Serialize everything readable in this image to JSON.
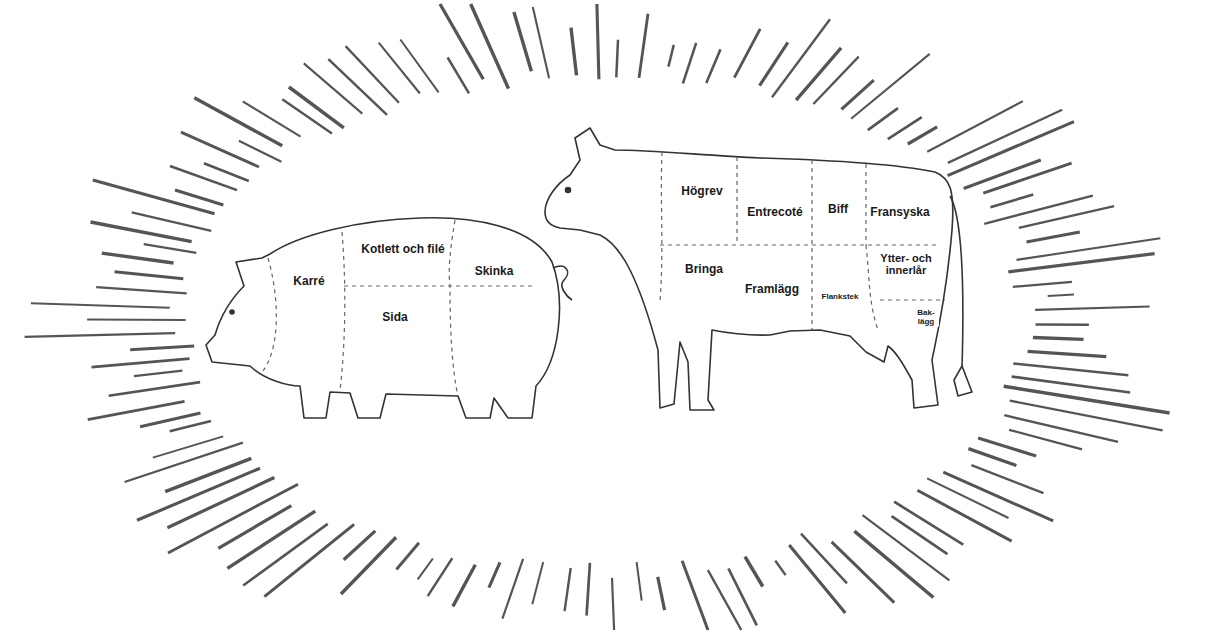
{
  "diagram": {
    "labels": [
      "Karré",
      "Kotlett och filé",
      "Skinka",
      "Sida",
      "Högrev",
      "Entrecoté",
      "Biff",
      "Fransyska",
      "Bringa",
      "Framlägg",
      "Ytter- och innerlår",
      "Flankstek",
      "Bak- lägg"
    ]
  }
}
